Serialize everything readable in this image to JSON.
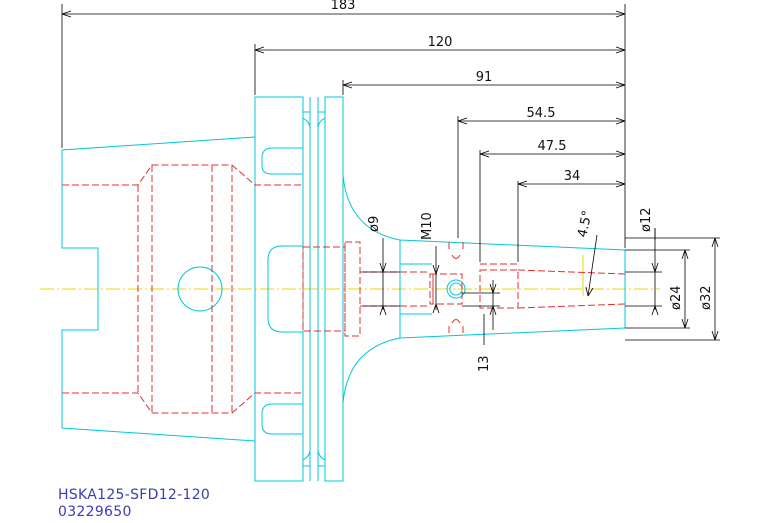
{
  "dimensions": {
    "overall_length": "183",
    "flange_length": "120",
    "body_length": "91",
    "collet_length": "54.5",
    "nose_length": "47.5",
    "bore_depth": "34",
    "clamp_dia": "ø9",
    "thread": "M10",
    "taper_angle": "4.5°",
    "bore_dia": "ø12",
    "nose_inner_dia": "ø24",
    "nose_outer_dia": "ø32",
    "offset": "13"
  },
  "caption": {
    "part_name": "HSKA125-SFD12-120",
    "part_number": "03229650"
  },
  "colors": {
    "outline": "#00c8d8",
    "hidden": "#e03030",
    "centerline": "#e8d800",
    "dimension": "#000000",
    "caption": "#3c3cb4"
  }
}
